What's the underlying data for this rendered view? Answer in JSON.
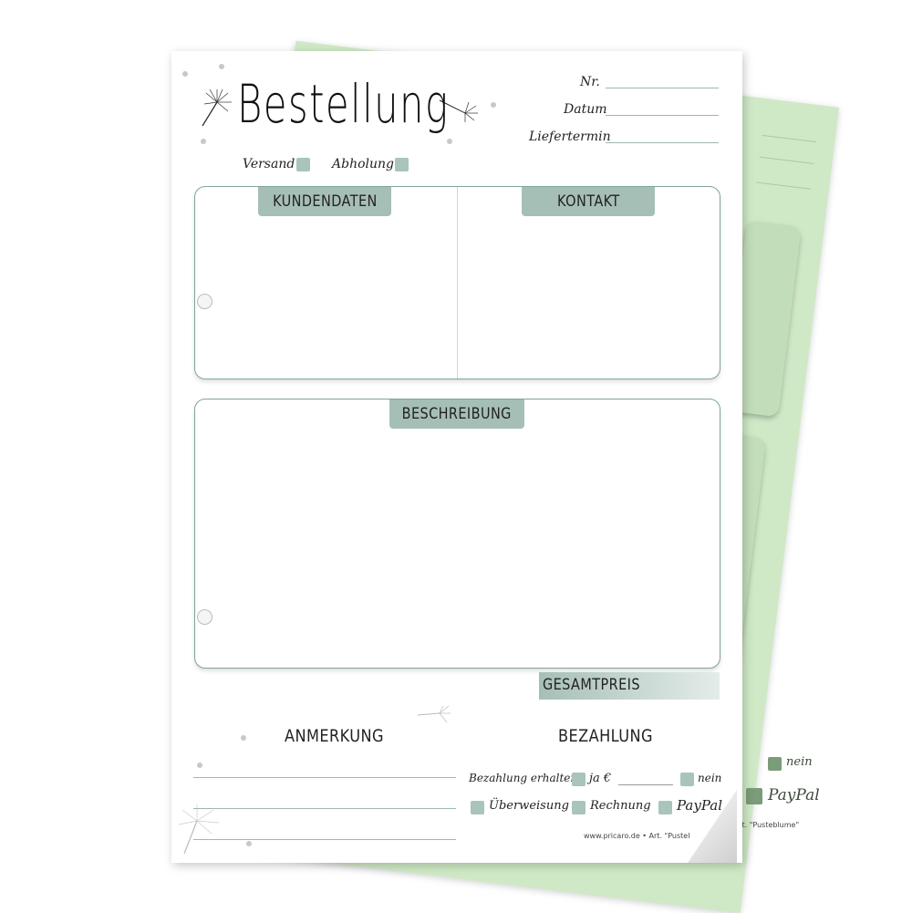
{
  "form": {
    "title": "Bestellung",
    "fields": {
      "nr": "Nr.",
      "datum": "Datum",
      "liefertermin": "Liefertermin"
    },
    "options": {
      "versand": "Versand",
      "abholung": "Abholung"
    },
    "sections": {
      "kundendaten": "KUNDENDATEN",
      "kontakt": "KONTAKT",
      "beschreibung": "BESCHREIBUNG",
      "gesamtpreis": "GESAMTPREIS",
      "anmerkung": "ANMERKUNG",
      "bezahlung": "BEZAHLUNG"
    },
    "payment": {
      "erhalten": "Bezahlung erhalten",
      "ja": "ja €",
      "nein": "nein",
      "ueberweisung": "Überweisung",
      "rechnung": "Rechnung",
      "paypal": "PayPal"
    },
    "footer": "www.pricaro.de • Art. \"Pustel"
  },
  "back_sheet": {
    "nein": "nein",
    "paypal": "PayPal",
    "footer": "e • Art. \"Pusteblume\""
  },
  "colors": {
    "tab": "#a6bfb6",
    "border": "#7fa596",
    "back_sheet": "#cfe9c6",
    "checkbox": "#a9c4bb"
  }
}
